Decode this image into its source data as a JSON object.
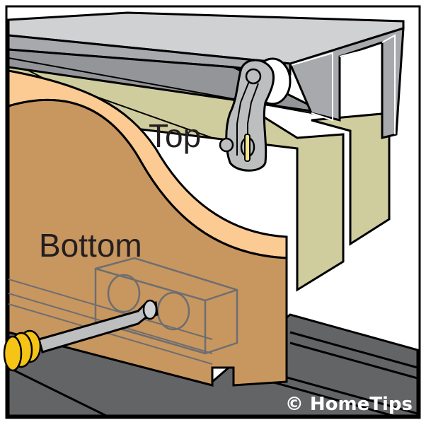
{
  "diagram": {
    "subject": "Sliding closet door rollers",
    "labels": {
      "top": "Top",
      "bottom": "Bottom"
    },
    "credit": "© HomeTips",
    "parts": [
      "overhead-track",
      "top-roller-bracket",
      "roller-wheel",
      "adjustment-screw",
      "front-door-panel",
      "rear-door-panel",
      "bottom-roller",
      "floor-track",
      "screwdriver"
    ],
    "colors": {
      "track_light": "#d0d1d3",
      "track_mid": "#a7a9ac",
      "track_dark": "#939598",
      "bracket": "#bcbec0",
      "door_green": "#cfcd9e",
      "door_tan": "#fbcb93",
      "door_brown": "#c8965f",
      "floor_track": "#636466",
      "screwdriver_handle": "#f6c317",
      "outline": "#000000",
      "frame_bg": "#ffffff"
    }
  }
}
